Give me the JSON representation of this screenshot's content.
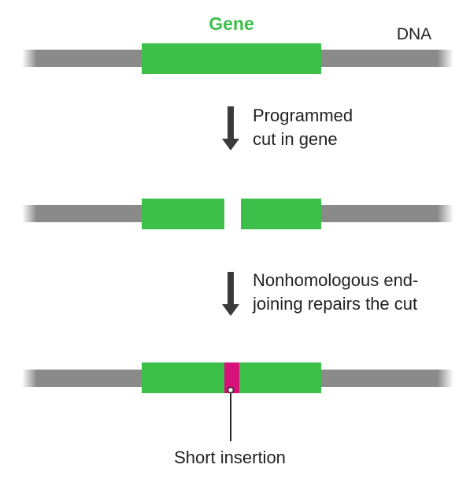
{
  "labels": {
    "gene": "Gene",
    "dna": "DNA",
    "step1_line1": "Programmed",
    "step1_line2": "cut in gene",
    "step2_line1": "Nonhomologous end-",
    "step2_line2": "joining repairs the cut",
    "insertion": "Short insertion"
  },
  "colors": {
    "gene_green": "#3cc04a",
    "dna_gray": "#8a8a8a",
    "insertion_magenta": "#d6127a",
    "arrow_dark": "#3a3a3a",
    "text_dark": "#222222"
  },
  "stages": [
    "intact gene",
    "programmed cut",
    "repaired with short insertion"
  ]
}
